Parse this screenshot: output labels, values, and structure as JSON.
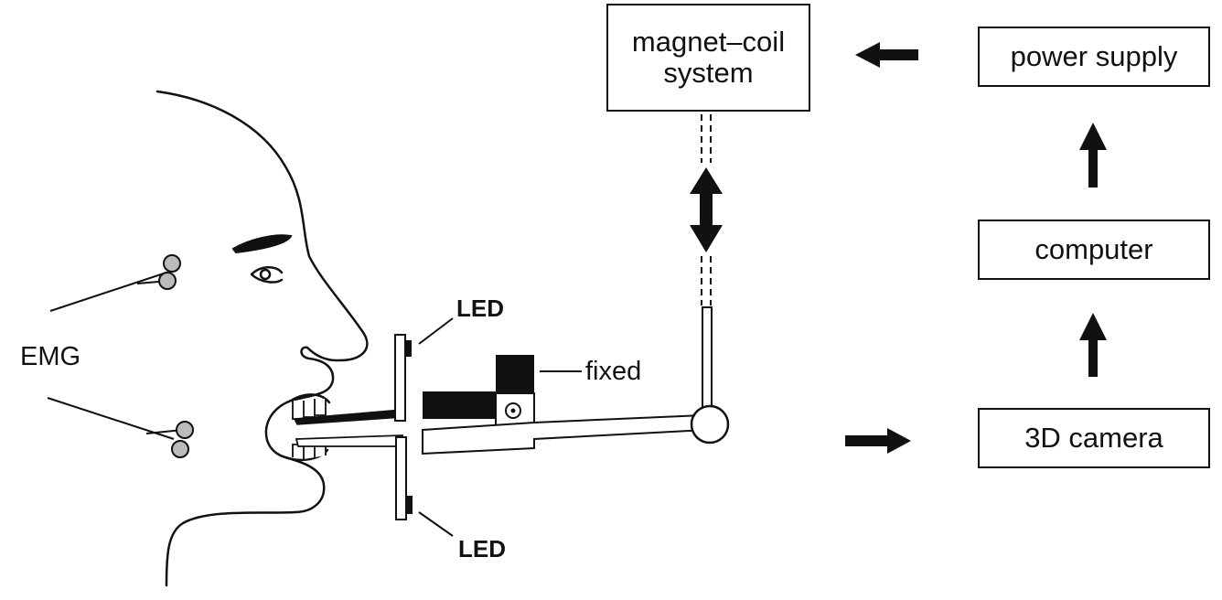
{
  "boxes": {
    "magnet_coil": "magnet–coil\nsystem",
    "power_supply": "power supply",
    "computer": "computer",
    "camera": "3D camera"
  },
  "labels": {
    "emg": "EMG",
    "led_top": "LED",
    "led_bottom": "LED",
    "fixed": "fixed"
  }
}
